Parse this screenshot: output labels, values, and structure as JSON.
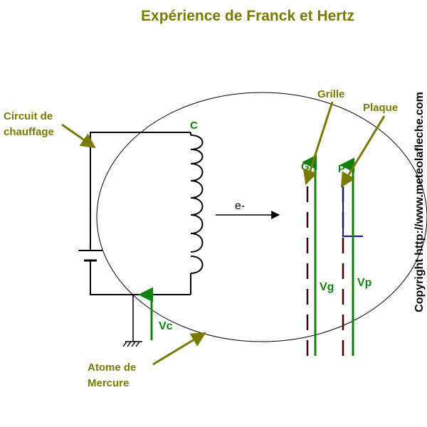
{
  "title": "Expérience de Franck et Hertz",
  "labels": {
    "circuit_line1": "Circuit de",
    "circuit_line2": "chauffage",
    "atom_line1": "Atome de",
    "atom_line2": "Mercure",
    "grille": "Grille",
    "plaque": "Plaque",
    "cathode": "C",
    "grid_letter": "G",
    "plate_letter": "P",
    "electron": "e-",
    "vc": "Vc",
    "vg": "Vg",
    "vp": "Vp",
    "copyright": "Copyright http://www.meteolafleche.com"
  },
  "colors": {
    "title": "#7a7a00",
    "annotation_arrow": "#7a7a00",
    "potential": "#108010",
    "electrode": "#3a0000",
    "plate_bracket": "#1010a0",
    "wire": "#000000"
  }
}
